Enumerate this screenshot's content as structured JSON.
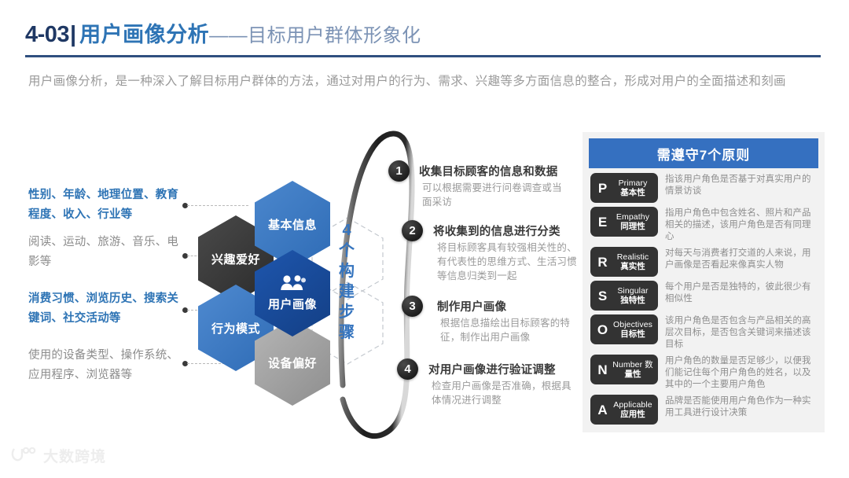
{
  "header": {
    "number": "4-03",
    "separator": "|",
    "title_main": "用户画像分析",
    "title_sub": "——目标用户群体形象化",
    "rule_color": "#2F4F7F"
  },
  "intro": {
    "text": "用户画像分析，是一种深入了解目标用户群体的方法，通过对用户的行为、需求、兴趣等多方面信息的整合，形成对用户的全面描述和刻画"
  },
  "attributes": [
    {
      "text": "性别、年龄、地理位置、教育程度、收入、行业等",
      "style": "blue"
    },
    {
      "text": "阅读、运动、旅游、音乐、电影等",
      "style": "gray"
    },
    {
      "text": "消费习惯、浏览历史、搜索关键词、社交活动等",
      "style": "blue"
    },
    {
      "text": "使用的设备类型、操作系统、应用程序、浏览器等",
      "style": "gray"
    }
  ],
  "hexagons": {
    "basic": {
      "label": "基本信息",
      "color": "#3574BE"
    },
    "hobby": {
      "label": "兴趣爱好",
      "color": "#3A3A3A"
    },
    "behavior": {
      "label": "行为模式",
      "color": "#3D7CC4"
    },
    "device": {
      "label": "设备偏好",
      "color": "#9E9E9E"
    },
    "center": {
      "label": "用户画像",
      "color": "#1B4EA0",
      "icon": "users-group-icon"
    },
    "steps_label": [
      "4",
      "个",
      "构",
      "建",
      "步",
      "骤"
    ],
    "steps_label_color": "#3574BE"
  },
  "steps": [
    {
      "number": "1",
      "title": "收集目标顾客的信息和数据",
      "desc": "可以根据需要进行问卷调查或当面采访"
    },
    {
      "number": "2",
      "title": "将收集到的信息进行分类",
      "desc": "将目标顾客具有较强相关性的、有代表性的思维方式、生活习惯等信息归类到一起"
    },
    {
      "number": "3",
      "title": "制作用户画像",
      "desc": "根据信息描绘出目标顾客的特征，制作出用户画像"
    },
    {
      "number": "4",
      "title": "对用户画像进行验证调整",
      "desc": "检查用户画像是否准确，根据具体情况进行调整"
    }
  ],
  "panel": {
    "title": "需遵守7个原则",
    "header_color": "#3570C0",
    "background_color": "#F2F2F2",
    "principles": [
      {
        "letter": "P",
        "en": "Primary",
        "cn": "基本性",
        "desc": "指该用户角色是否基于对真实用户的情景访谈"
      },
      {
        "letter": "E",
        "en": "Empathy",
        "cn": "同理性",
        "desc": "指用户角色中包含姓名、照片和产品相关的描述，该用户角色是否有同理心"
      },
      {
        "letter": "R",
        "en": "Realistic",
        "cn": "真实性",
        "desc": "对每天与消费者打交道的人来说，用户画像是否看起来像真实人物"
      },
      {
        "letter": "S",
        "en": "Singular",
        "cn": "独特性",
        "desc": "每个用户是否是独特的，彼此很少有相似性"
      },
      {
        "letter": "O",
        "en": "Objectives",
        "cn": "目标性",
        "desc": "该用户角色是否包含与产品相关的高层次目标，是否包含关键词来描述该目标"
      },
      {
        "letter": "N",
        "en": "Number 数",
        "cn": "量性",
        "desc": "用户角色的数量是否足够少，以便我们能记住每个用户角色的姓名，以及其中的一个主要用户角色"
      },
      {
        "letter": "A",
        "en": "Applicable",
        "cn": "应用性",
        "desc": "品牌是否能使用用户角色作为一种实用工具进行设计决策"
      }
    ]
  },
  "watermark": {
    "text": "大数跨境"
  }
}
